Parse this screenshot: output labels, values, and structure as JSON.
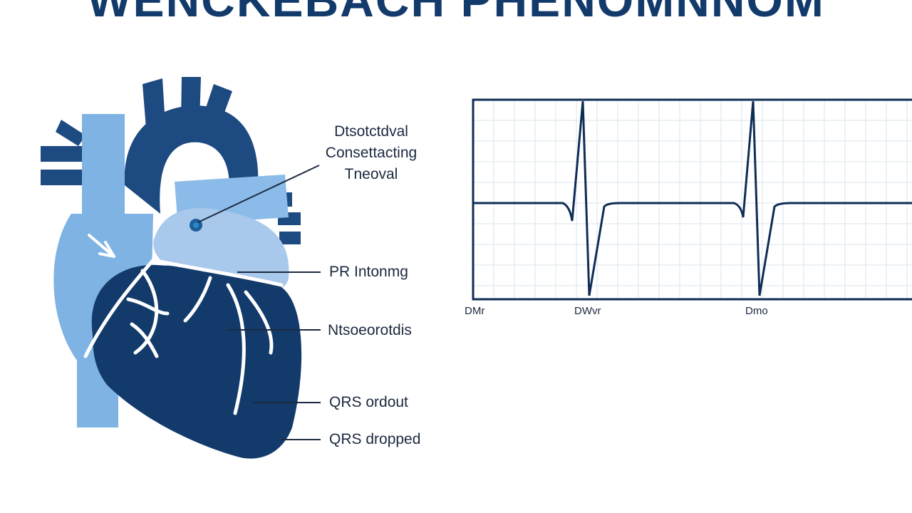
{
  "title": "WENCKEBACH PHENOMNNOM",
  "colors": {
    "dark_navy": "#123a6b",
    "light_blue": "#7fb3e3",
    "pale_blue": "#a8c8ec",
    "ecg_line": "#0f2d55",
    "grid": "#dbe4ee"
  },
  "labels": {
    "interval": [
      "Dtsotctdval",
      "Consettacting",
      "Tneoval"
    ],
    "pr": "PR Intonmg",
    "ventricle": "Ntsoeorotdis",
    "qrs_output": "QRS ordout",
    "qrs_dropped": "QRS dropped"
  },
  "ecg": {
    "x_ticks": [
      "DMr",
      "DWvr",
      "Dmo"
    ]
  }
}
